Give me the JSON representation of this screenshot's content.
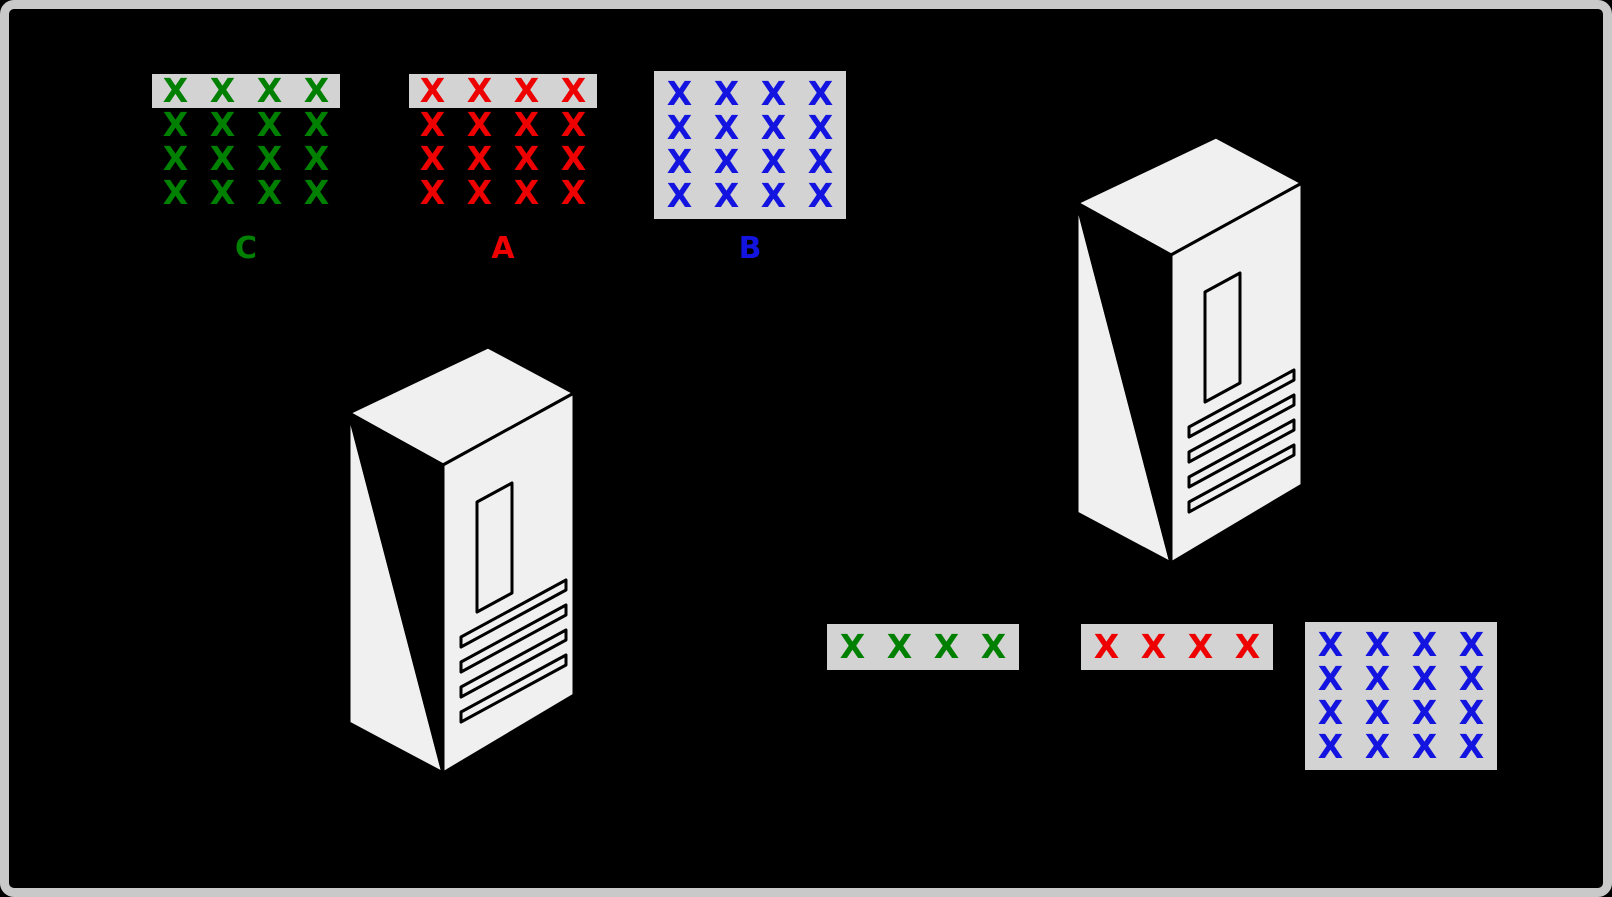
{
  "canvas": {
    "background": "#000000",
    "border_color": "#c9c9c9",
    "highlight_color": "#d3d3d3"
  },
  "matrices": [
    {
      "id": "C",
      "label": "C",
      "color": "#008000",
      "symbol": "X",
      "rows": 4,
      "cols": 4,
      "highlight": "first-row"
    },
    {
      "id": "A",
      "label": "A",
      "color": "#ee0000",
      "symbol": "X",
      "rows": 4,
      "cols": 4,
      "highlight": "first-row"
    },
    {
      "id": "B",
      "label": "B",
      "color": "#1414e0",
      "symbol": "X",
      "rows": 4,
      "cols": 4,
      "highlight": "all"
    }
  ],
  "cached_blocks": [
    {
      "id": "C-cached-row",
      "color": "#008000",
      "symbol": "X",
      "rows": 1,
      "cols": 4,
      "highlight": "all"
    },
    {
      "id": "A-cached-row",
      "color": "#ee0000",
      "symbol": "X",
      "rows": 1,
      "cols": 4,
      "highlight": "all"
    },
    {
      "id": "B-cached-block",
      "color": "#1414e0",
      "symbol": "X",
      "rows": 4,
      "cols": 4,
      "highlight": "all"
    }
  ],
  "servers": [
    {
      "name": "server-left"
    },
    {
      "name": "server-right"
    }
  ]
}
